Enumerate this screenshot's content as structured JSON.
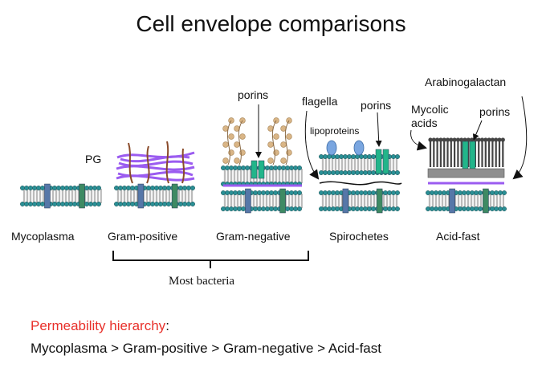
{
  "title": "Cell envelope comparisons",
  "envelopes": [
    {
      "label": "Mycoplasma"
    },
    {
      "label": "Gram-positive"
    },
    {
      "label": "Gram-negative"
    },
    {
      "label": "Spirochetes"
    },
    {
      "label": "Acid-fast"
    }
  ],
  "annotations": {
    "pg": "PG",
    "porins_gn": "porins",
    "flagella": "flagella",
    "lipoproteins": "lipoproteins",
    "porins_sp": "porins",
    "arabinogalactan": "Arabinogalactan",
    "mycolic": "Mycolic",
    "acids": "acids",
    "porins_af": "porins"
  },
  "bracket_label": "Most bacteria",
  "permeability": {
    "heading": "Permeability hierarchy",
    "colon": ":",
    "order": "Mycoplasma > Gram-positive > Gram-negative > Acid-fast"
  },
  "colors": {
    "heading_red": "#e8302a",
    "lipid_head": "#2a8f95",
    "protein_blue": "#5677a8",
    "protein_green": "#3e8a63",
    "peptidoglycan": "#9b5cf0",
    "porin": "#22b58a",
    "mycolic": "#444444",
    "arabinogalactan": "#8f8f8f"
  }
}
